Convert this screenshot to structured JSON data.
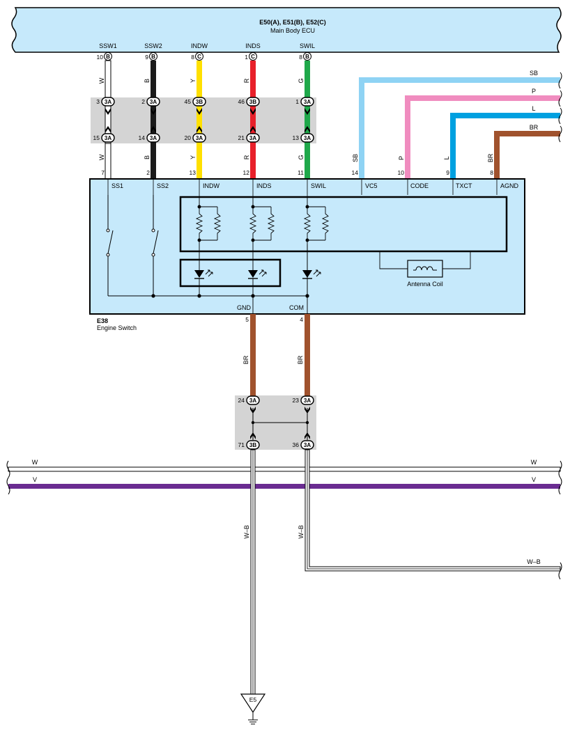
{
  "ecu": {
    "connectors": "E50(A), E51(B), E52(C)",
    "name": "Main Body ECU",
    "pins": [
      {
        "label": "SSW1",
        "num": "10",
        "conn": "B"
      },
      {
        "label": "SSW2",
        "num": "9",
        "conn": "B"
      },
      {
        "label": "INDW",
        "num": "8",
        "conn": "C"
      },
      {
        "label": "INDS",
        "num": "1",
        "conn": "C"
      },
      {
        "label": "SWIL",
        "num": "8",
        "conn": "B"
      }
    ]
  },
  "top_wires": [
    {
      "color_name": "W",
      "color": "#ffffff"
    },
    {
      "color_name": "B",
      "color": "#1a1a1a"
    },
    {
      "color_name": "Y",
      "color": "#ffe000"
    },
    {
      "color_name": "R",
      "color": "#e8202a"
    },
    {
      "color_name": "G",
      "color": "#1fa84a"
    }
  ],
  "junction_top": {
    "upper": [
      {
        "num": "3",
        "conn": "3A"
      },
      {
        "num": "2",
        "conn": "3A"
      },
      {
        "num": "45",
        "conn": "3B"
      },
      {
        "num": "46",
        "conn": "3B"
      },
      {
        "num": "1",
        "conn": "3A"
      }
    ],
    "lower": [
      {
        "num": "15",
        "conn": "3A"
      },
      {
        "num": "14",
        "conn": "3A"
      },
      {
        "num": "20",
        "conn": "3A"
      },
      {
        "num": "21",
        "conn": "3A"
      },
      {
        "num": "13",
        "conn": "3A"
      }
    ]
  },
  "switch_pins_left": [
    {
      "num": "7",
      "wire": "W",
      "terminal": "SS1"
    },
    {
      "num": "2",
      "wire": "B",
      "terminal": "SS2"
    },
    {
      "num": "13",
      "wire": "Y",
      "terminal": "INDW"
    },
    {
      "num": "12",
      "wire": "R",
      "terminal": "INDS"
    },
    {
      "num": "11",
      "wire": "G",
      "terminal": "SWIL"
    }
  ],
  "switch_pins_right": [
    {
      "num": "14",
      "wire": "SB",
      "terminal": "VC5",
      "offpage": "SB",
      "color": "#8fd3f4"
    },
    {
      "num": "10",
      "wire": "P",
      "terminal": "CODE",
      "offpage": "P",
      "color": "#f08cbf"
    },
    {
      "num": "9",
      "wire": "L",
      "terminal": "TXCT",
      "offpage": "L",
      "color": "#00a0e0"
    },
    {
      "num": "8",
      "wire": "BR",
      "terminal": "AGND",
      "offpage": "BR",
      "color": "#a0522d"
    }
  ],
  "engine_switch": {
    "connector": "E38",
    "name": "Engine Switch",
    "antenna_label": "Antenna Coil",
    "bottom_pins": [
      {
        "num": "5",
        "terminal": "GND",
        "wire": "BR"
      },
      {
        "num": "4",
        "terminal": "COM",
        "wire": "BR"
      }
    ]
  },
  "junction_bottom": {
    "upper": [
      {
        "num": "24",
        "conn": "3A"
      },
      {
        "num": "23",
        "conn": "3A"
      }
    ],
    "lower": [
      {
        "num": "71",
        "conn": "3B"
      },
      {
        "num": "36",
        "conn": "3A"
      }
    ]
  },
  "bus_wires": [
    {
      "name": "W",
      "color": "#ffffff"
    },
    {
      "name": "V",
      "color": "#6a2c91"
    }
  ],
  "ground_wires": [
    {
      "name": "W–B"
    },
    {
      "name": "W–B"
    }
  ],
  "offpage_wb": "W–B",
  "ground": "E5"
}
